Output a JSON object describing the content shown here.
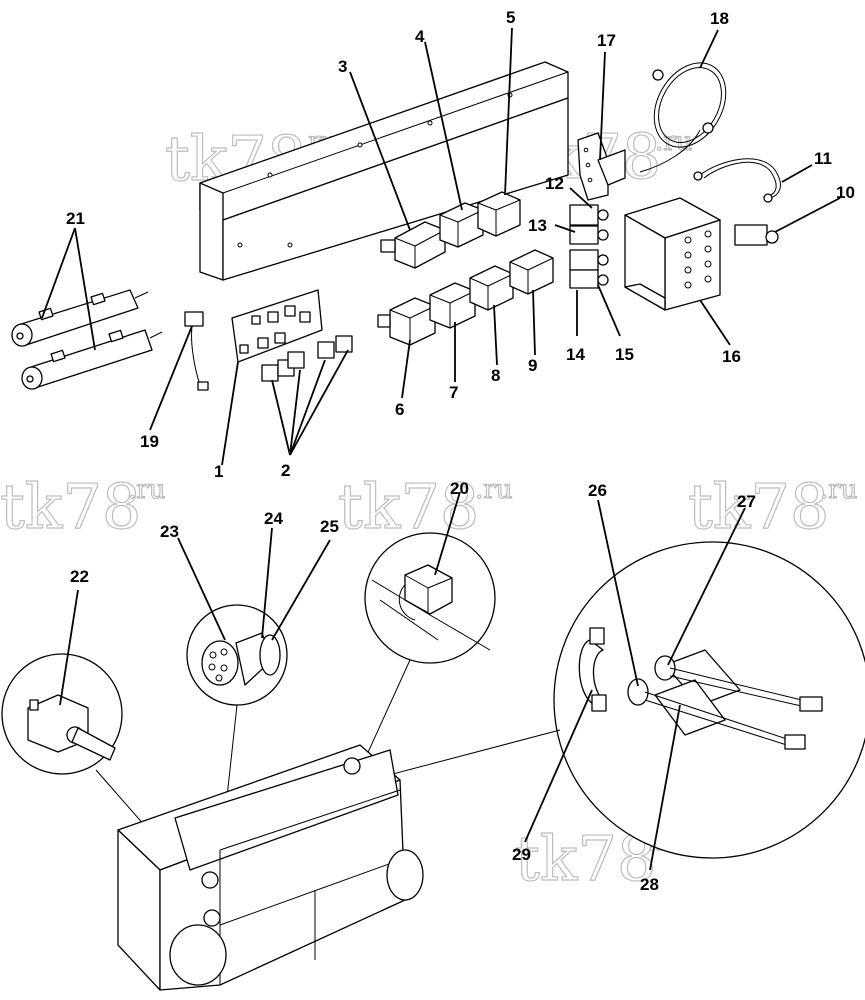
{
  "watermark": {
    "main": "tk78",
    "suffix": ".ru"
  },
  "callouts": {
    "c1": "1",
    "c2": "2",
    "c3": "3",
    "c4": "4",
    "c5": "5",
    "c6": "6",
    "c7": "7",
    "c8": "8",
    "c9": "9",
    "c10": "10",
    "c11": "11",
    "c12": "12",
    "c13": "13",
    "c14": "14",
    "c15": "15",
    "c16": "16",
    "c17": "17",
    "c18": "18",
    "c19": "19",
    "c20": "20",
    "c21": "21",
    "c22": "22",
    "c23": "23",
    "c24": "24",
    "c25": "25",
    "c26": "26",
    "c27": "27",
    "c28": "28",
    "c29": "29"
  }
}
